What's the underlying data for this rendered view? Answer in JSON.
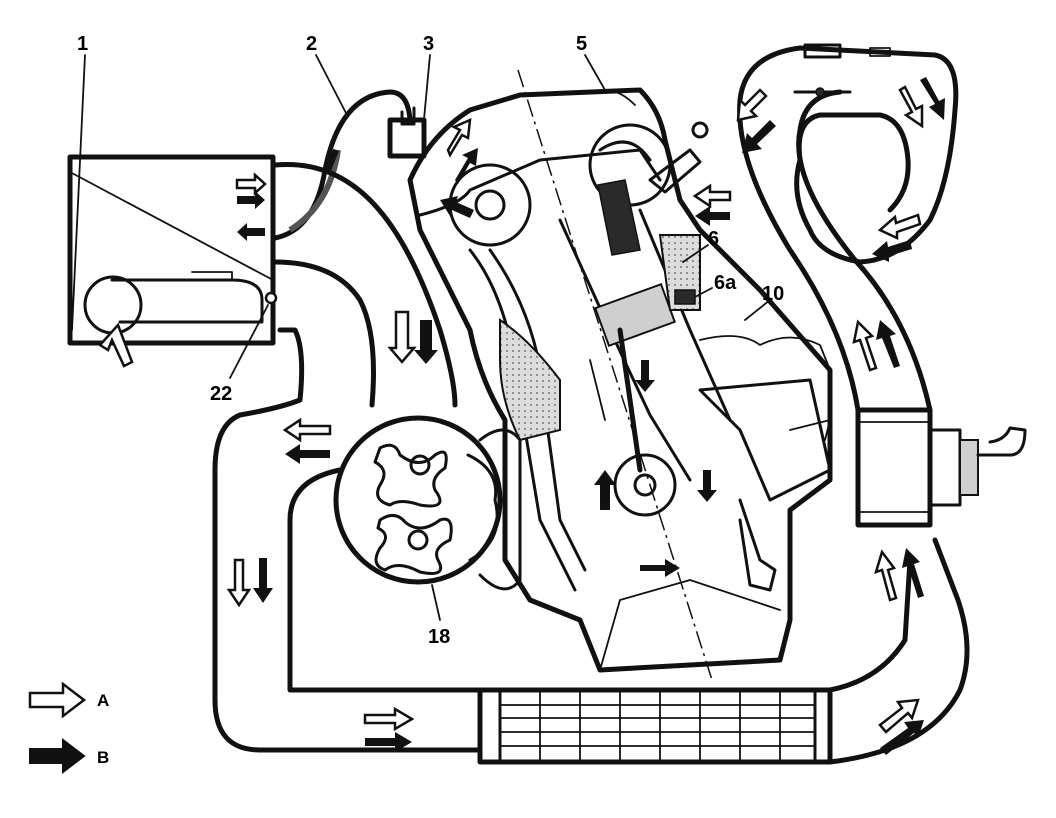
{
  "callouts": {
    "c1": "1",
    "c2": "2",
    "c3": "3",
    "c5": "5",
    "c6": "6",
    "c6a": "6a",
    "c10": "10",
    "c18": "18",
    "c22": "22"
  },
  "legend": {
    "a_label": "A",
    "b_label": "B"
  }
}
